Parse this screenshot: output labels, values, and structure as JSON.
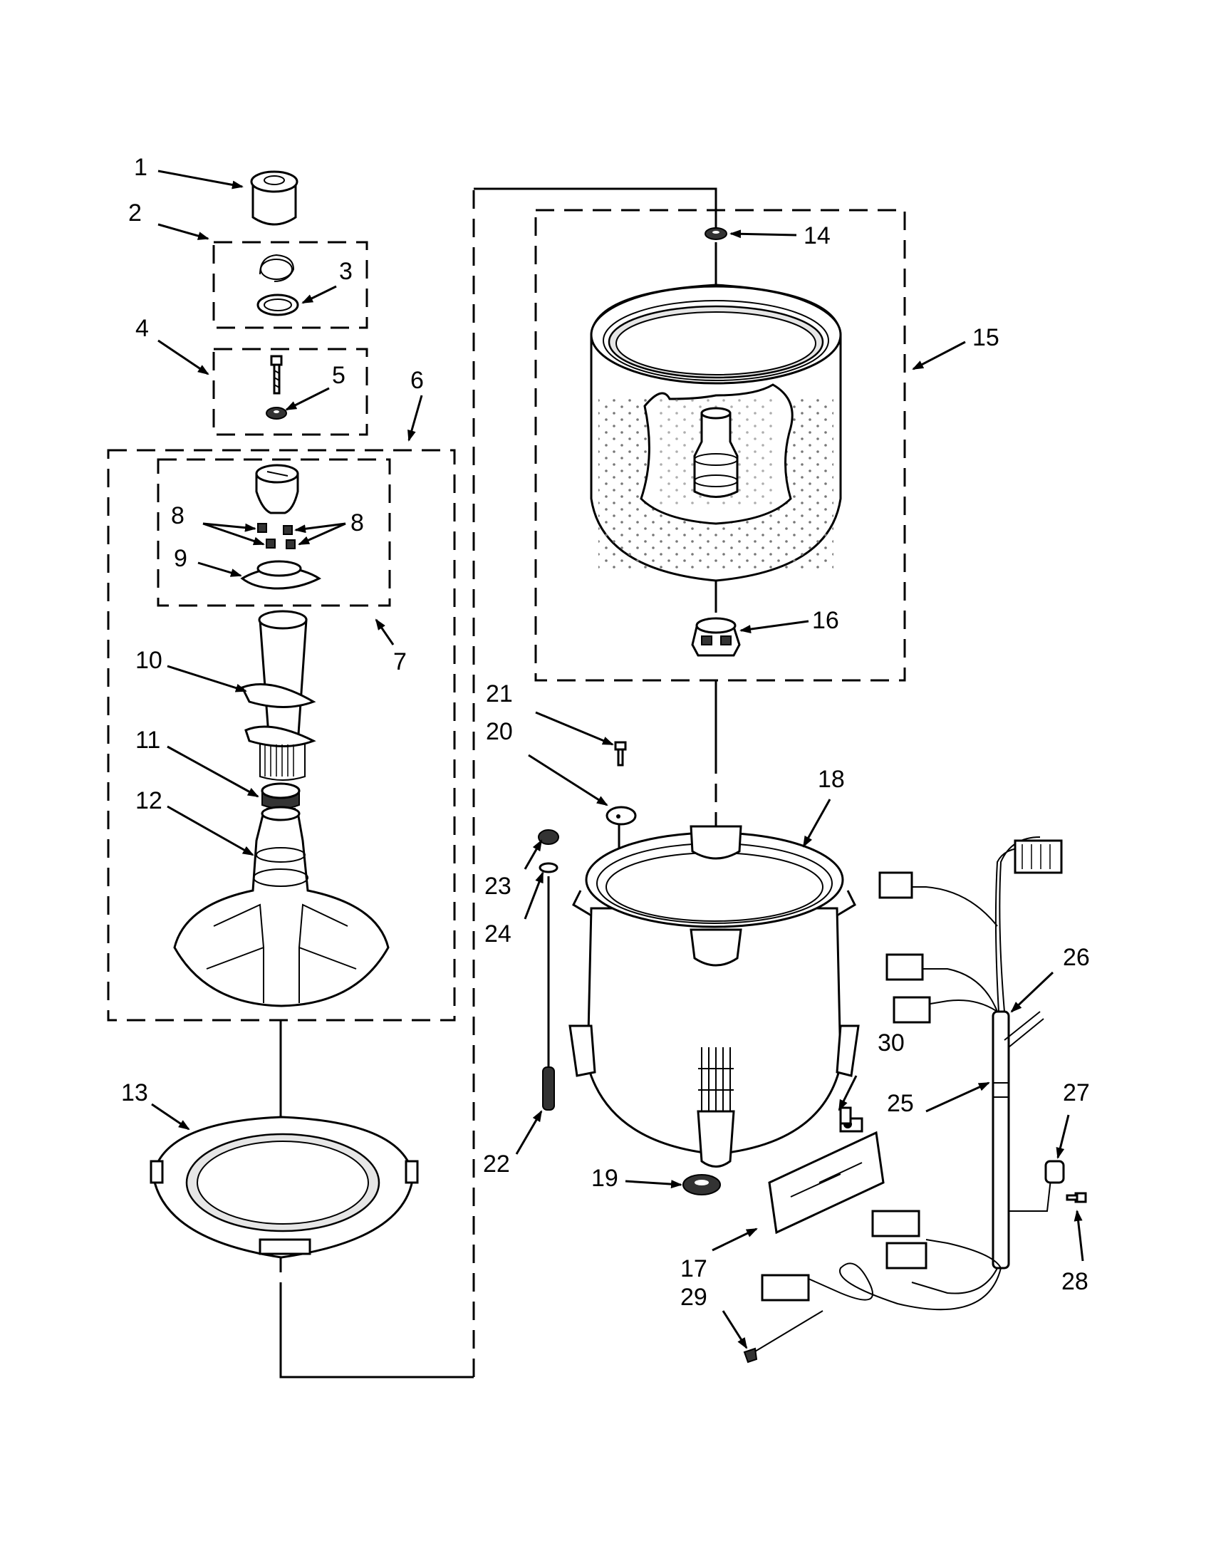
{
  "labels": {
    "l1": "1",
    "l2": "2",
    "l3": "3",
    "l4": "4",
    "l5": "5",
    "l6": "6",
    "l7": "7",
    "l8a": "8",
    "l8b": "8",
    "l9": "9",
    "l10": "10",
    "l11": "11",
    "l12": "12",
    "l13": "13",
    "l14": "14",
    "l15": "15",
    "l16": "16",
    "l17": "17",
    "l18": "18",
    "l19": "19",
    "l20": "20",
    "l21": "21",
    "l22": "22",
    "l23": "23",
    "l24": "24",
    "l25": "25",
    "l26": "26",
    "l27": "27",
    "l28": "28",
    "l29": "29",
    "l30": "30"
  }
}
